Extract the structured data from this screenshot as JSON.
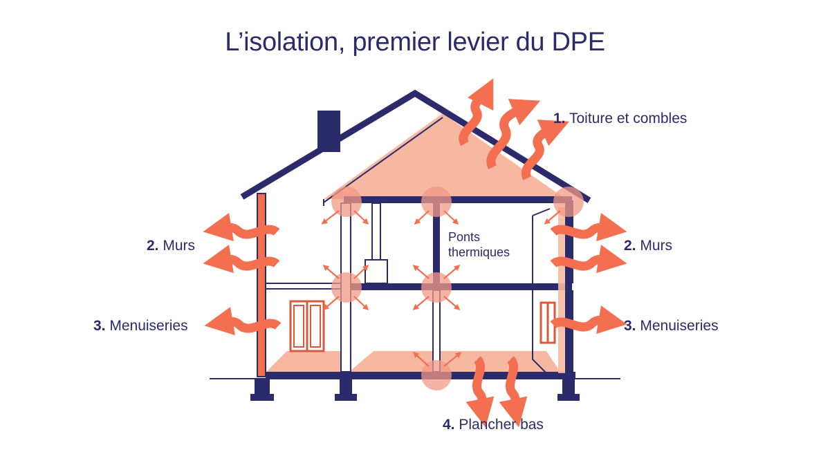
{
  "title": "L’isolation, premier levier du DPE",
  "labels": {
    "roof": {
      "num": "1.",
      "text": "Toiture et combles"
    },
    "walls_left": {
      "num": "2.",
      "text": "Murs"
    },
    "walls_right": {
      "num": "2.",
      "text": "Murs"
    },
    "joinery_left": {
      "num": "3.",
      "text": "Menuiseries"
    },
    "joinery_right": {
      "num": "3.",
      "text": "Menuiseries"
    },
    "floor": {
      "num": "4.",
      "text": "Plancher bas"
    },
    "thermal_bridges": {
      "line1": "Ponts",
      "line2": "thermiques"
    }
  },
  "colors": {
    "structure": "#2b2a6b",
    "heat_fill": "#f7b8a2",
    "arrow": "#f36f50",
    "bridge": "#f29a85",
    "text": "#2b2a6b"
  }
}
